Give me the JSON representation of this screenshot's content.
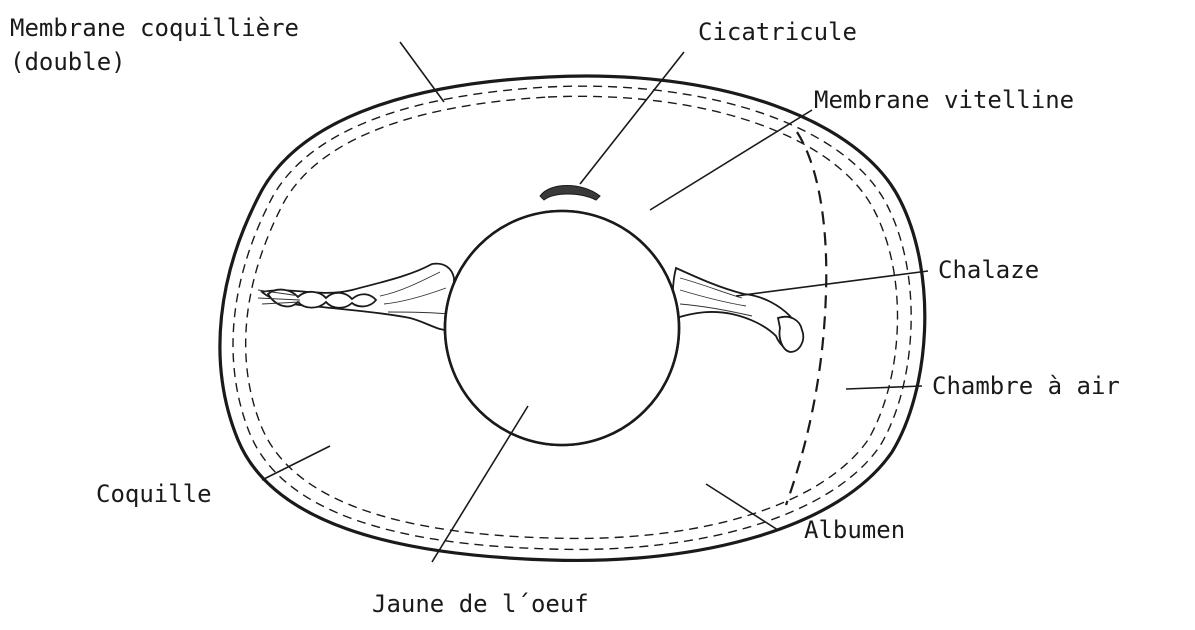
{
  "labels": {
    "membrane_coquilliere_line1": "Membrane coquillière",
    "membrane_coquilliere_line2": "(double)",
    "cicatricule": "Cicatricule",
    "membrane_vitelline": "Membrane vitelline",
    "chalaze": "Chalaze",
    "chambre_a_air": "Chambre à air",
    "coquille": "Coquille",
    "albumen": "Albumen",
    "jaune": "Jaune de l´oeuf"
  }
}
